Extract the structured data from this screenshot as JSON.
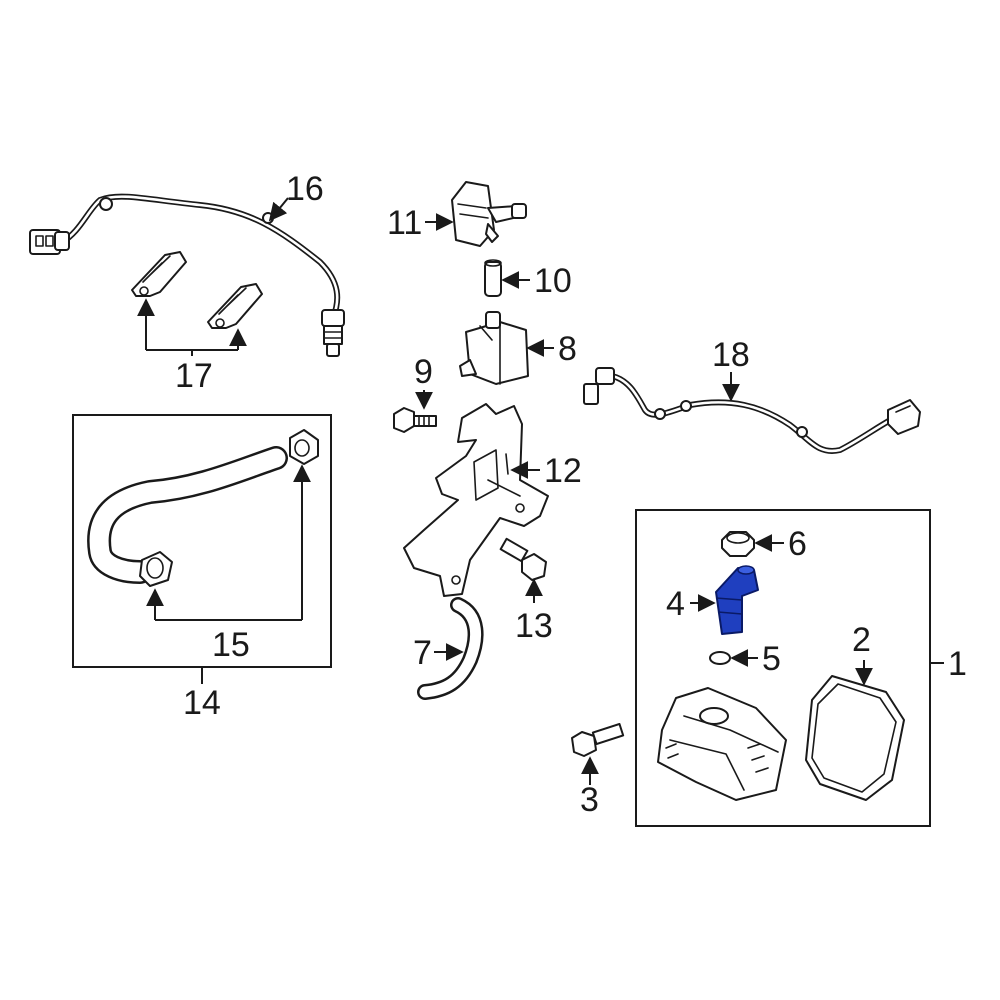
{
  "accent_color": "#1f3fbf",
  "highlighted_part": "4",
  "callouts": {
    "c1": "1",
    "c2": "2",
    "c3": "3",
    "c4": "4",
    "c5": "5",
    "c6": "6",
    "c7": "7",
    "c8": "8",
    "c9": "9",
    "c10": "10",
    "c11": "11",
    "c12": "12",
    "c13": "13",
    "c14": "14",
    "c15": "15",
    "c16": "16",
    "c17": "17",
    "c18": "18"
  }
}
